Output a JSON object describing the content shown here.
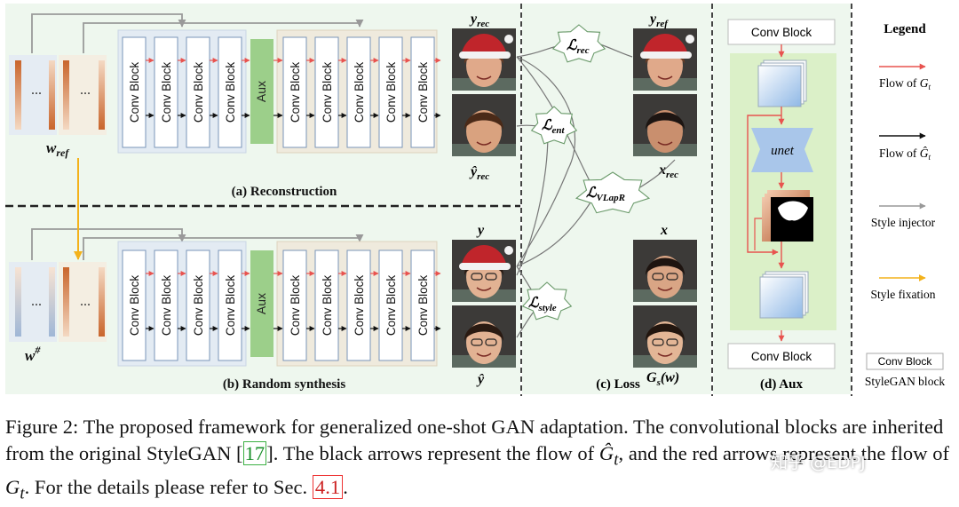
{
  "figure": {
    "conv_block_label": "Conv Block",
    "aux_label": "Aux",
    "dots": "...",
    "w_ref": "w",
    "w_ref_sub": "ref",
    "w_sharp": "w",
    "w_sharp_sup": "#",
    "panel_a": "(a) Reconstruction",
    "panel_b": "(b) Random synthesis",
    "panel_c": "(c) Loss",
    "panel_d": "(d) Aux",
    "y_rec": "y",
    "y_rec_sub": "rec",
    "y_hat_rec": "ŷ",
    "y_hat_rec_sub": "rec",
    "y": "y",
    "y_hat": "ŷ",
    "y_ref": "y",
    "y_ref_sub": "ref",
    "x_rec": "x",
    "x_rec_sub": "rec",
    "x": "x",
    "gs": "G",
    "gs_sub": "s",
    "gs_arg": "(w)",
    "loss_rec": "ℒ",
    "loss_rec_sub": "rec",
    "loss_ent": "ℒ",
    "loss_ent_sub": "ent",
    "loss_vlapr": "ℒ",
    "loss_vlapr_sub": "VLapR",
    "loss_style": "ℒ",
    "loss_style_sub": "style",
    "aux_top": "Conv Block",
    "aux_bottom": "Conv Block",
    "unet": "unet",
    "legend_title": "Legend",
    "legend_red": "Flow of ",
    "legend_red_sym": "G",
    "legend_red_sub": "t",
    "legend_black": "Flow of ",
    "legend_black_sym": "Ĝ",
    "legend_black_sub": "t",
    "legend_gray": "Style injector",
    "legend_yellow": "Style fixation",
    "legend_block": "Conv Block",
    "legend_stylegan": "StyleGAN block"
  },
  "caption": {
    "p1": "Figure 2: The proposed framework for generalized one-shot GAN adaptation. The convolutional blocks are inherited from the original StyleGAN [",
    "ref17": "17",
    "p2": "]. The black arrows represent the flow of ",
    "g": "Ĝ",
    "t1": "t",
    "p3": ", and the red arrows represent the flow of ",
    "g2": "G",
    "t2": "t",
    "p4": ". For the details please refer to Sec. ",
    "sec": "4.1",
    "p5": "."
  },
  "watermark": "知乎 @EDPJ",
  "colors": {
    "panel_bg": "#eef7ee",
    "block_group": "#e3ebf3",
    "block_group2": "#efeadd",
    "aux_green": "#9ccf8a",
    "red_arrow": "#e8534f",
    "gray_line": "#9a9a9a",
    "yellow": "#f3b21b",
    "unet_blue": "#a9c6ea"
  }
}
